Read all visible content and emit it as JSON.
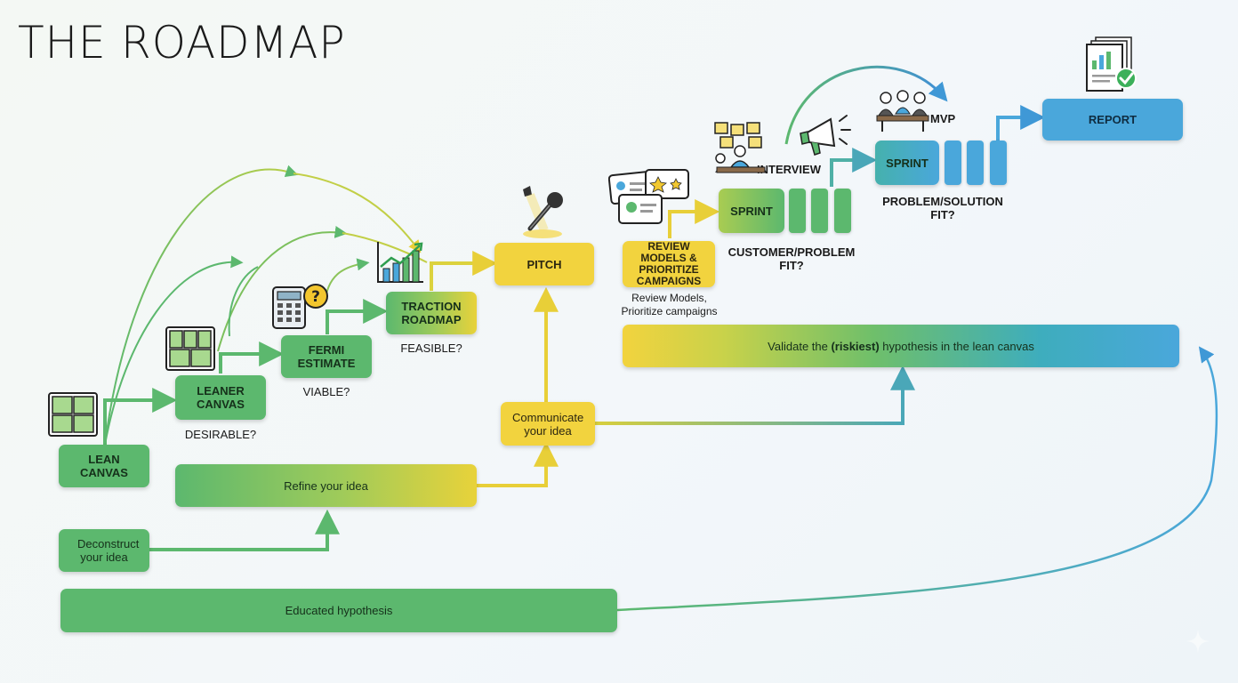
{
  "title": "THE ROADMAP",
  "nodes": {
    "lean_canvas": "LEAN CANVAS",
    "leaner_canvas": "LEANER CANVAS",
    "fermi_estimate": "FERMI ESTIMATE",
    "traction_roadmap": "TRACTION ROADMAP",
    "pitch": "PITCH",
    "review_models": "REVIEW MODELS & PRIORITIZE CAMPAIGNS",
    "sprint_1": "SPRINT",
    "sprint_2": "SPRINT",
    "report": "REPORT",
    "communicate": "Communicate your idea",
    "refine": "Refine your idea",
    "deconstruct": "Deconstruct your idea",
    "educated": "Educated hypothesis"
  },
  "validate": {
    "prefix": "Validate the ",
    "emphasis": "(riskiest)",
    "suffix": " hypothesis in the lean canvas"
  },
  "captions": {
    "desirable": "DESIRABLE?",
    "viable": "VIABLE?",
    "feasible": "FEASIBLE?",
    "review_caption": "Review Models, Prioritize campaigns",
    "customer_problem": "CUSTOMER/PROBLEM FIT?",
    "problem_solution": "PROBLEM/SOLUTION FIT?",
    "interview": "INTERVIEW",
    "mvp": "MVP"
  },
  "colors": {
    "green": "#5cb86e",
    "yellow": "#f2d33e",
    "blue": "#4aa7db"
  }
}
